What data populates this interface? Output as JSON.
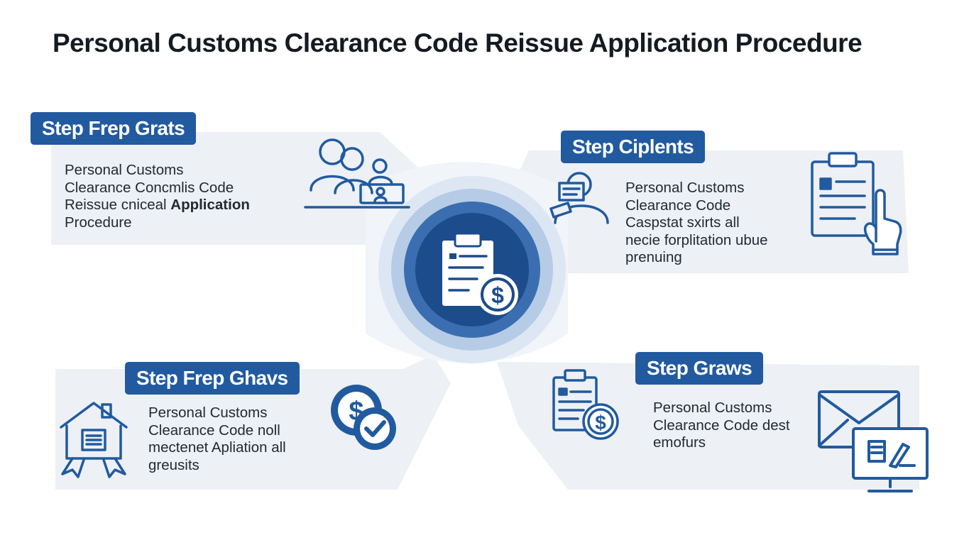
{
  "page": {
    "title": "Personal Customs Clearance Code Reissue Application Procedure"
  },
  "colors": {
    "primary": "#215a9f",
    "hub_dark": "#1c4c8c",
    "hub_light": "#dde7f3",
    "panel": "#edf0f5",
    "connector": "#e6ebf2"
  },
  "steps": [
    {
      "badge": "Step Frep Grats",
      "text_before": "Personal Customs\nClearance Concmlis Code\nReissue cniceal ",
      "text_bold": "Application",
      "text_after": "\nProcedure",
      "icon": "people-meeting-icon"
    },
    {
      "badge": "Step Ciplents",
      "text": "Personal Customs\nClearance Code\nCaspstat sxirts all\nnecie forplitation ubue\nprenuing",
      "icon": "person-documents-icon",
      "icon2": "clipboard-hand-icon"
    },
    {
      "badge": "Step Frep Ghavs",
      "text": "Personal Customs\nClearance Code noll\nmectenet Apliation all\ngreusits",
      "icon": "customs-house-icon",
      "icon2": "dollar-check-icon"
    },
    {
      "badge": "Step Graws",
      "text": "Personal Customs\nClearance Code dest\nemofurs",
      "icon": "clipboard-dollar-icon",
      "icon2": "mail-computer-icon"
    }
  ],
  "center": {
    "icon": "clipboard-dollar-icon"
  }
}
